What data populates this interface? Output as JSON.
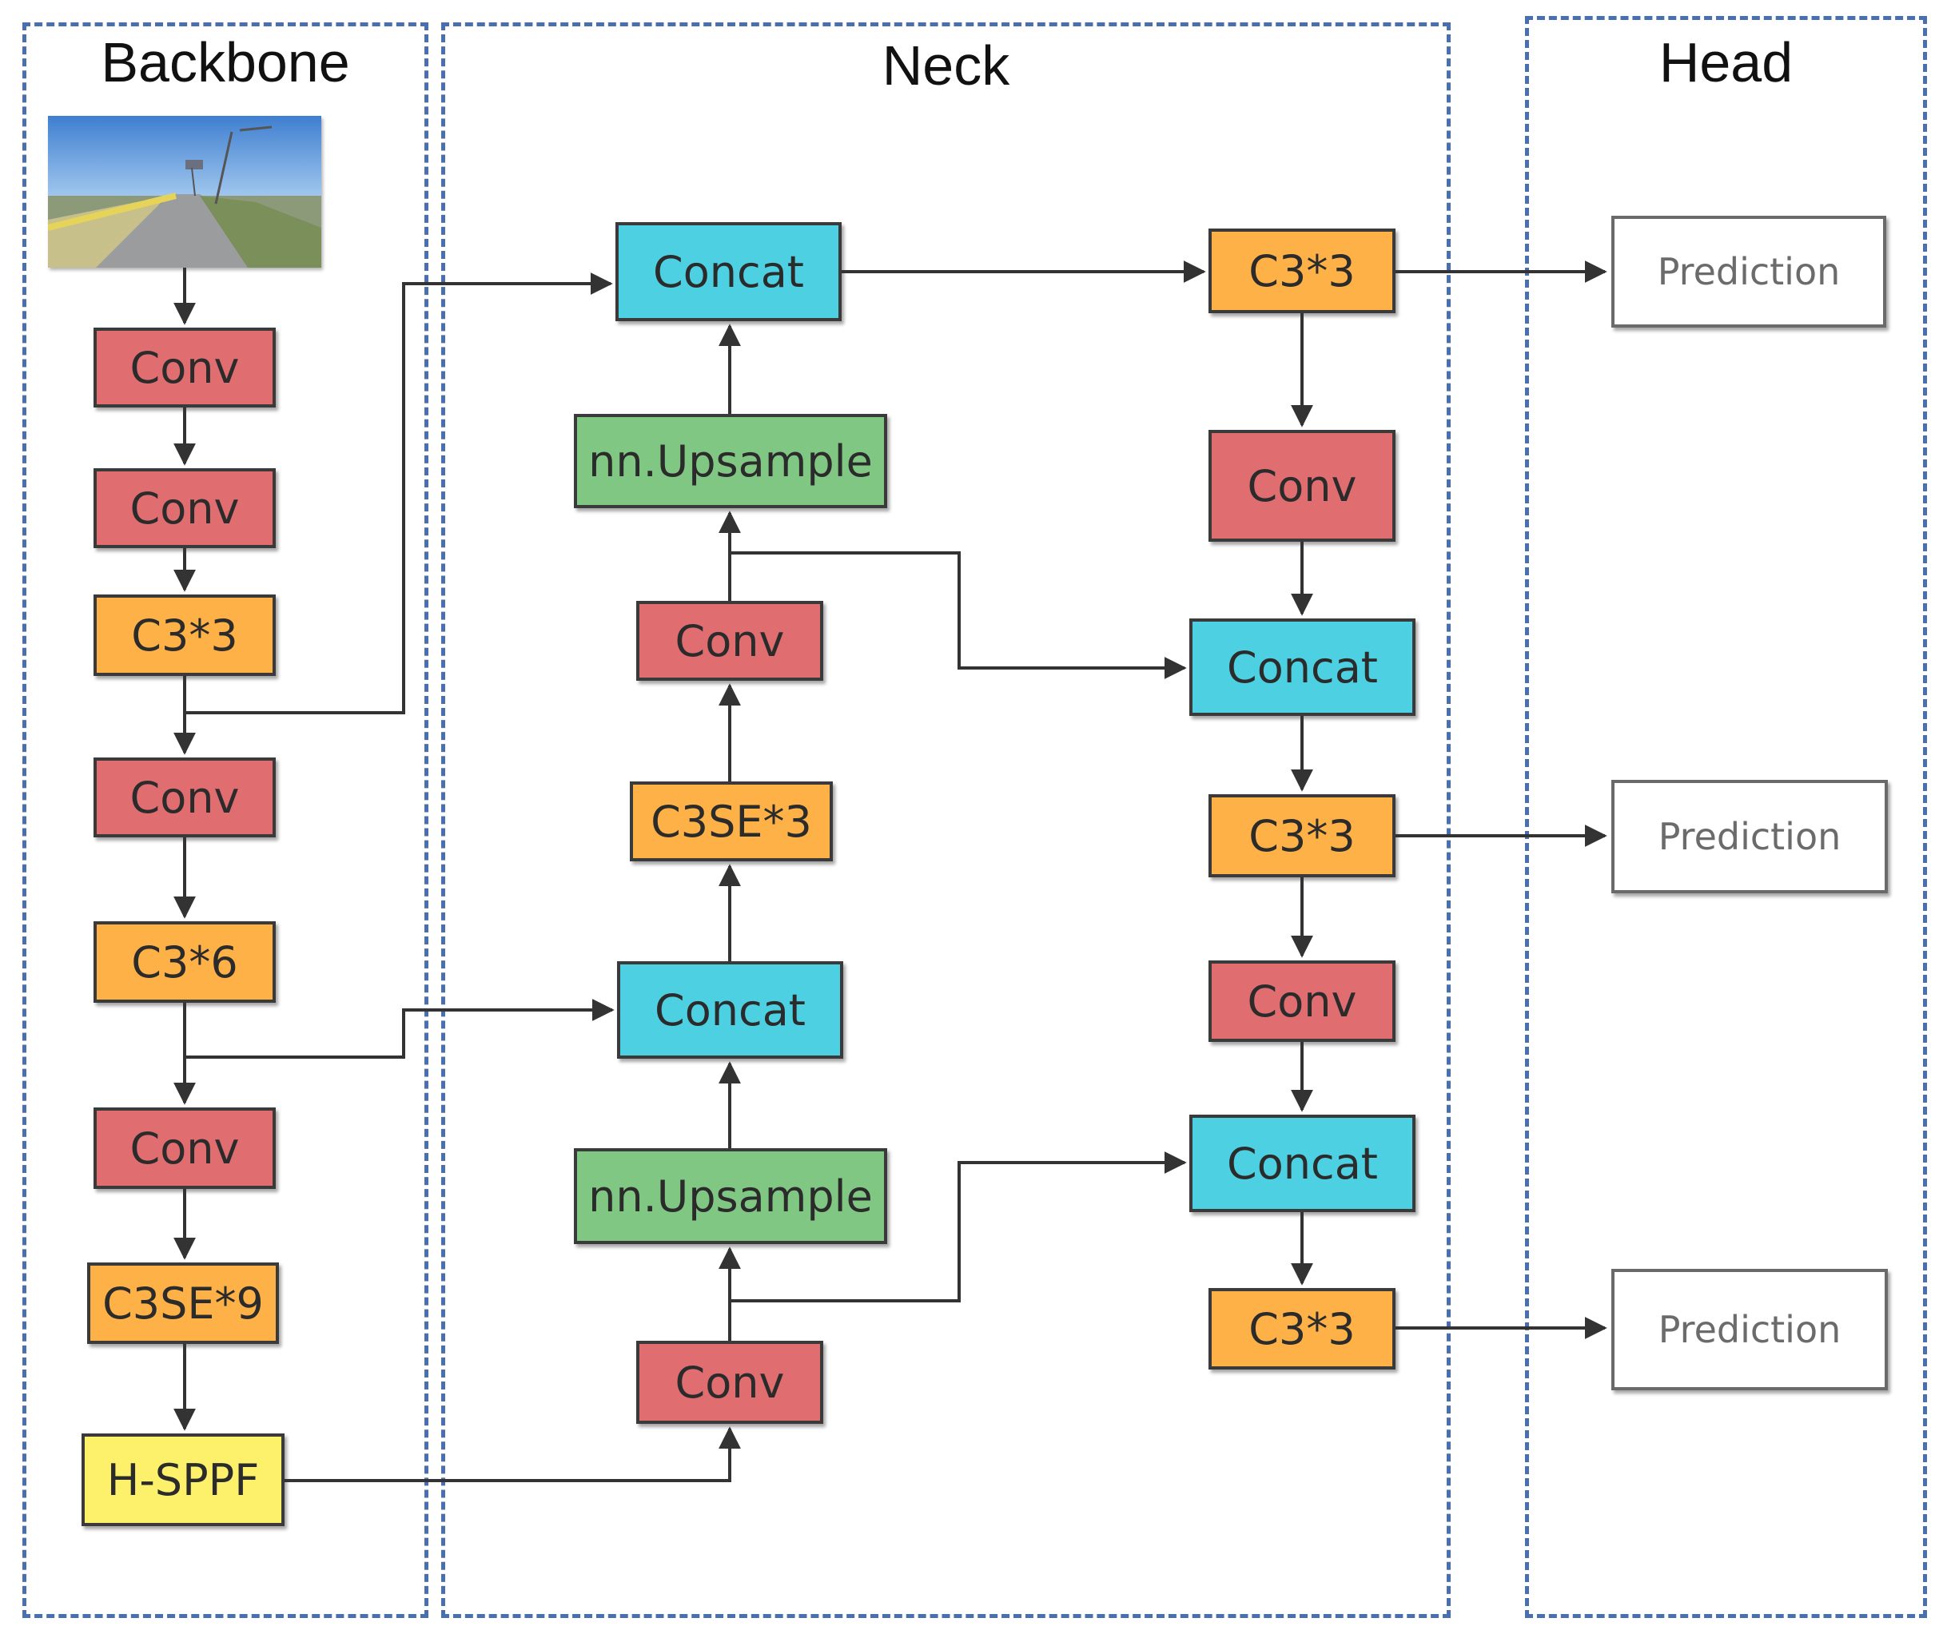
{
  "sections": {
    "backbone": "Backbone",
    "neck": "Neck",
    "head": "Head"
  },
  "input_image_alt": "road scene input image",
  "colors": {
    "conv": "#e06d70",
    "c3": "#fdb147",
    "concat": "#4dd0e1",
    "upsample": "#80c783",
    "sppf": "#fdf06b",
    "dashed_border": "#4a6fae"
  },
  "backbone": {
    "conv1": "Conv",
    "conv2": "Conv",
    "c3_3": "C3*3",
    "conv3": "Conv",
    "c3_6": "C3*6",
    "conv4": "Conv",
    "c3se_9": "C3SE*9",
    "hsppf": "H-SPPF"
  },
  "neck": {
    "concat_top": "Concat",
    "upsample_top": "nn.Upsample",
    "conv_mid": "Conv",
    "c3se_3": "C3SE*3",
    "concat_mid": "Concat",
    "upsample_bottom": "nn.Upsample",
    "conv_bottom": "Conv"
  },
  "neck_right": {
    "c3_top": "C3*3",
    "conv_a": "Conv",
    "concat_a": "Concat",
    "c3_mid": "C3*3",
    "conv_b": "Conv",
    "concat_b": "Concat",
    "c3_bottom": "C3*3"
  },
  "head": {
    "pred1": "Prediction",
    "pred2": "Prediction",
    "pred3": "Prediction"
  }
}
